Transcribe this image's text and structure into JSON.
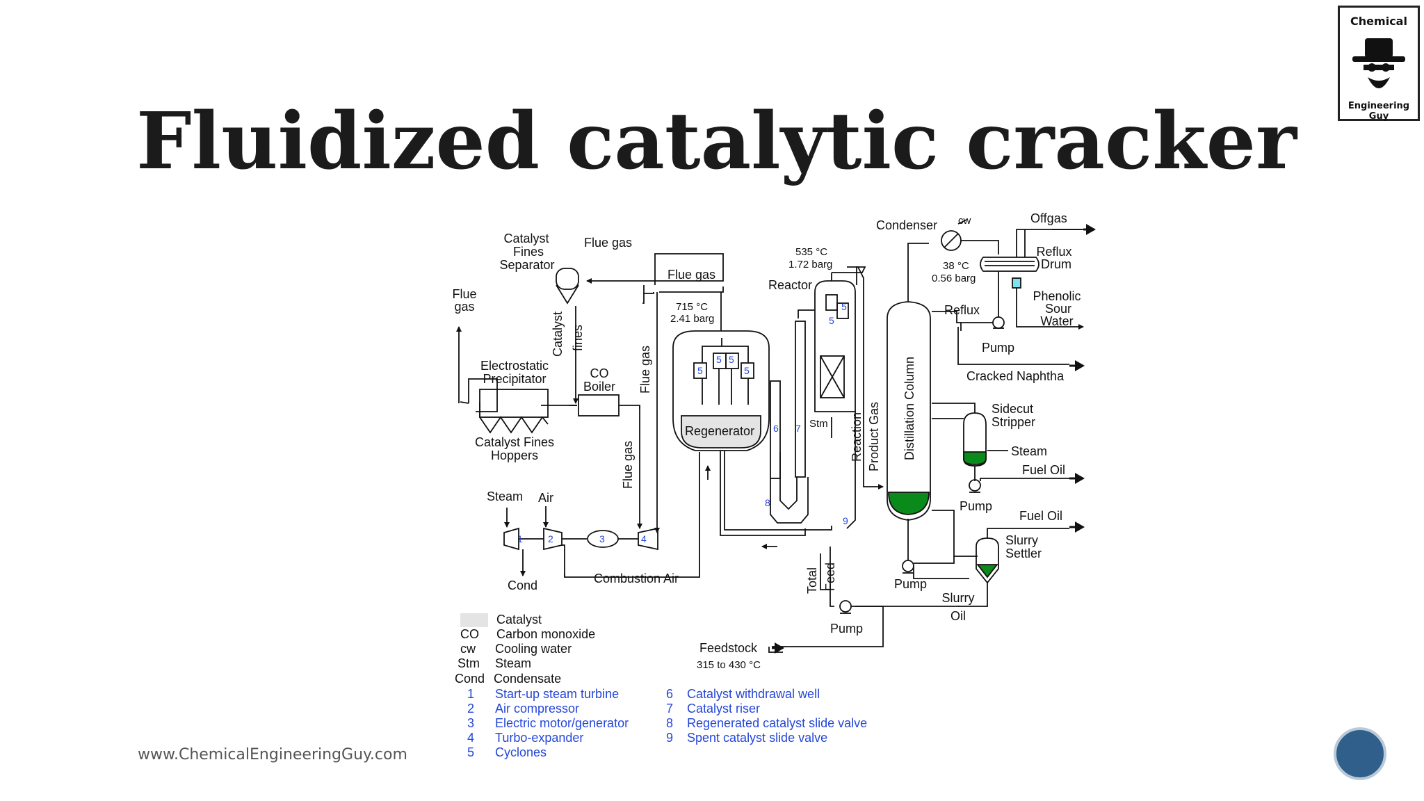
{
  "title": "Fluidized catalytic cracker",
  "logo": {
    "line1": "Chemical",
    "line2": "Engineering Guy"
  },
  "footer_url": "www.ChemicalEngineeringGuy.com",
  "diagram": {
    "labels": {
      "catalyst_fines_separator": [
        "Catalyst",
        "Fines",
        "Separator"
      ],
      "flue_gas_top": "Flue gas",
      "flue_gas_top2": "Flue gas",
      "flue_gas_left": [
        "Flue",
        "gas"
      ],
      "catalyst_fines_vertical": [
        "Catalyst",
        "fines"
      ],
      "flue_gas_vertical1": "Flue gas",
      "flue_gas_vertical2": "Flue gas",
      "esp": [
        "Electrostatic",
        "Precipitator"
      ],
      "co_boiler": [
        "CO",
        "Boiler"
      ],
      "hoppers": [
        "Catalyst Fines",
        "Hoppers"
      ],
      "steam_in": "Steam",
      "air_in": "Air",
      "cond_out": "Cond",
      "combustion_air": "Combustion Air",
      "regen_conditions": [
        "715 °C",
        "2.41 barg"
      ],
      "regenerator": "Regenerator",
      "reactor_conditions": [
        "535 °C",
        "1.72 barg"
      ],
      "reactor": "Reactor",
      "stm": "Stm",
      "reaction_product_gas": [
        "Reaction",
        "Product Gas"
      ],
      "total_feed": [
        "Total",
        "Feed"
      ],
      "pump_feed": "Pump",
      "feedstock": "Feedstock",
      "feedstock_temp": "315 to 430 °C",
      "condenser": "Condenser",
      "cw": "cw",
      "condenser_conditions": [
        "38 °C",
        "0.56 barg"
      ],
      "offgas": "Offgas",
      "reflux_drum": [
        "Reflux",
        "Drum"
      ],
      "phenolic_sour_water": [
        "Phenolic",
        "Sour",
        "Water"
      ],
      "reflux": "Reflux",
      "pump_reflux": "Pump",
      "cracked_naphtha": "Cracked Naphtha",
      "distillation_column": "Distillation Column",
      "sidecut_stripper": [
        "Sidecut",
        "Stripper"
      ],
      "steam_stripper": "Steam",
      "fuel_oil_1": "Fuel Oil",
      "pump_sidecut": "Pump",
      "fuel_oil_2": "Fuel Oil",
      "slurry_settler": [
        "Slurry",
        "Settler"
      ],
      "pump_bottoms": "Pump",
      "slurry_oil": [
        "Slurry",
        "Oil"
      ]
    },
    "equipment_numbers": [
      "1",
      "2",
      "3",
      "4",
      "5",
      "6",
      "7",
      "8",
      "9"
    ],
    "legend_abbrev": [
      {
        "key": "",
        "value": "Catalyst"
      },
      {
        "key": "CO",
        "value": "Carbon monoxide"
      },
      {
        "key": "cw",
        "value": "Cooling water"
      },
      {
        "key": "Stm",
        "value": "Steam"
      },
      {
        "key": "Cond",
        "value": "Condensate"
      }
    ],
    "legend_numbered_left": [
      {
        "num": "1",
        "text": "Start-up steam turbine"
      },
      {
        "num": "2",
        "text": "Air compressor"
      },
      {
        "num": "3",
        "text": "Electric motor/generator"
      },
      {
        "num": "4",
        "text": "Turbo-expander"
      },
      {
        "num": "5",
        "text": "Cyclones"
      }
    ],
    "legend_numbered_right": [
      {
        "num": "6",
        "text": "Catalyst withdrawal well"
      },
      {
        "num": "7",
        "text": "Catalyst riser"
      },
      {
        "num": "8",
        "text": "Regenerated catalyst slide valve"
      },
      {
        "num": "9",
        "text": "Spent catalyst slide valve"
      }
    ]
  },
  "colors": {
    "title": "#1b1b1b",
    "catalyst_fill": "#e4e4e4",
    "liquid_green": "#0a8a1a",
    "water_cyan": "#7fe0ee",
    "legend_blue": "#2446d8",
    "page_circle": "#2f5f8a"
  }
}
